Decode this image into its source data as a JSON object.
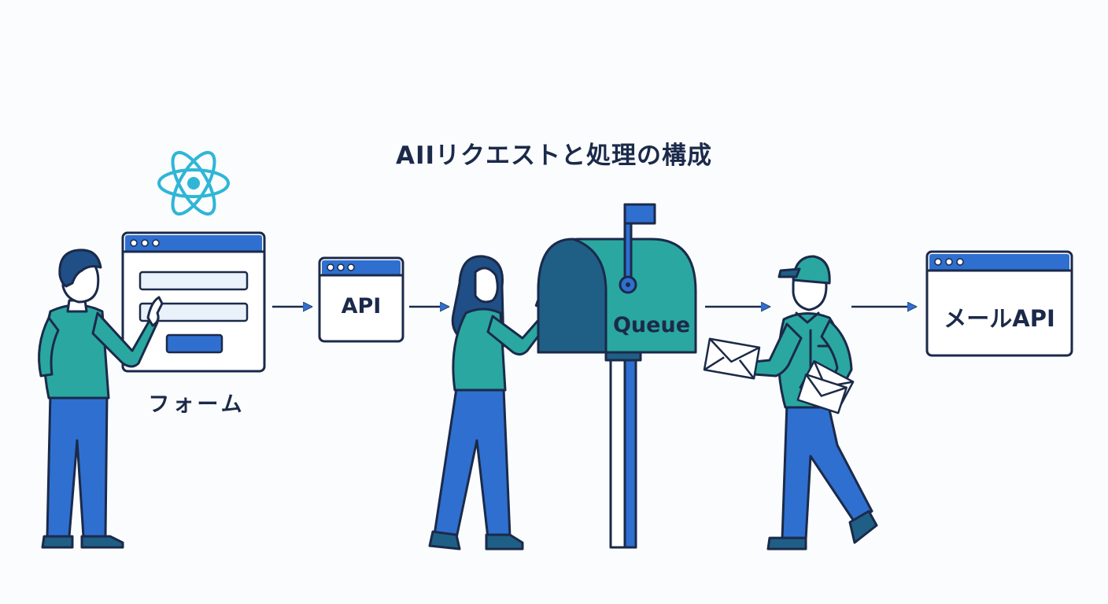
{
  "title": "AIIリクエストと処理の構成",
  "nodes": {
    "form": {
      "caption": "フォーム",
      "icon": "react-icon"
    },
    "api": {
      "label": "API"
    },
    "queue": {
      "label": "Queue",
      "icon": "mailbox-icon"
    },
    "mail_api": {
      "label": "メールAPI"
    }
  },
  "colors": {
    "outline": "#1b2a4a",
    "blue": "#2f6fd0",
    "teal": "#2aa7a0",
    "dark_teal": "#1f5f86",
    "react": "#2fb6d6",
    "panel": "#e9f2fb"
  }
}
